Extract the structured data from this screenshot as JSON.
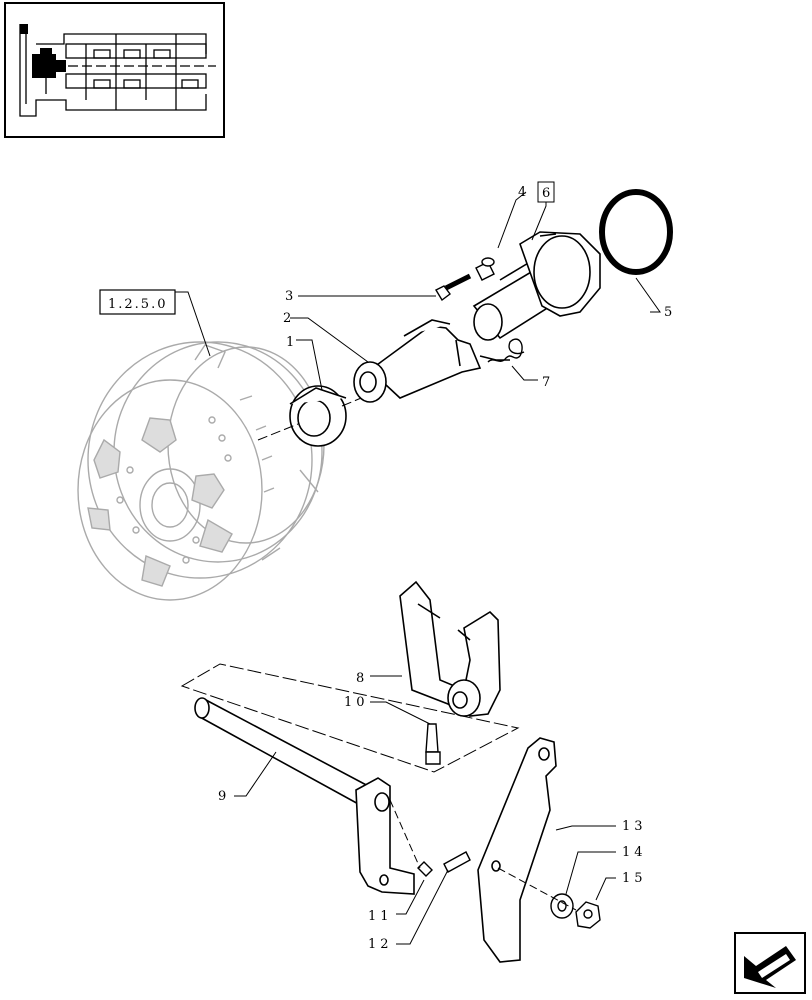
{
  "diagram": {
    "ref_box": "1.2.5.0",
    "callouts": {
      "c1": "1",
      "c2": "2",
      "c3": "3",
      "c4": "4",
      "c5": "5",
      "c6": "6",
      "c7": "7",
      "c8": "8",
      "c9": "9",
      "c10": "10",
      "c11": "11",
      "c12": "12",
      "c13": "13",
      "c14": "14",
      "c15": "15"
    }
  },
  "icons": {
    "thumbnail": "transmission-section-thumbnail-icon",
    "nav": "next-page-arrow-icon"
  }
}
